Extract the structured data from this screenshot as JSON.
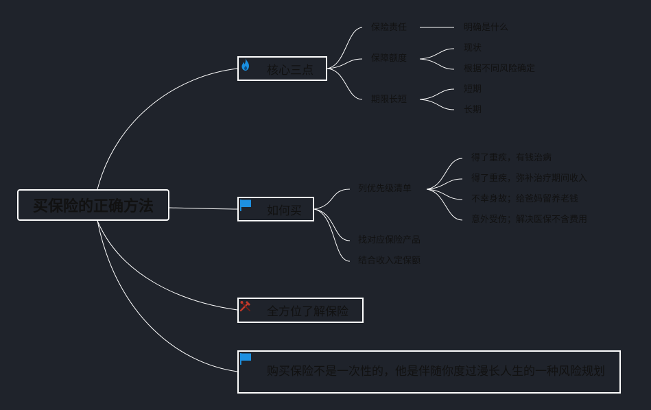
{
  "root": {
    "label": "买保险的正确方法"
  },
  "colors": {
    "background": "#1f232b",
    "line": "#ffffff",
    "text": "#111111",
    "flag": "#1e90e0",
    "flame": "#1a8fe0",
    "tools": "#c0392b"
  },
  "branches": [
    {
      "label": "核心三点",
      "icon": "flame-icon",
      "children": [
        {
          "label": "保险责任",
          "children": [
            {
              "label": "明确是什么"
            }
          ]
        },
        {
          "label": "保障额度",
          "children": [
            {
              "label": "现状"
            },
            {
              "label": "根据不同风险确定"
            }
          ]
        },
        {
          "label": "期限长短",
          "children": [
            {
              "label": "短期"
            },
            {
              "label": "长期"
            }
          ]
        }
      ]
    },
    {
      "label": "如何买",
      "icon": "flag-icon",
      "children": [
        {
          "label": "列优先级清单",
          "children": [
            {
              "label": "得了重疾，有钱治病"
            },
            {
              "label": "得了重疾，弥补治疗期间收入"
            },
            {
              "label": "不幸身故；给爸妈留养老钱"
            },
            {
              "label": "意外受伤；解决医保不含费用"
            }
          ]
        },
        {
          "label": "找对应保险产品"
        },
        {
          "label": "结合收入定保额"
        }
      ]
    },
    {
      "label": "全方位了解保险",
      "icon": "tools-icon"
    },
    {
      "label": "购买保险不是一次性的，他是伴随你度过漫长人生的一种风险规划",
      "icon": "flag-icon"
    }
  ]
}
